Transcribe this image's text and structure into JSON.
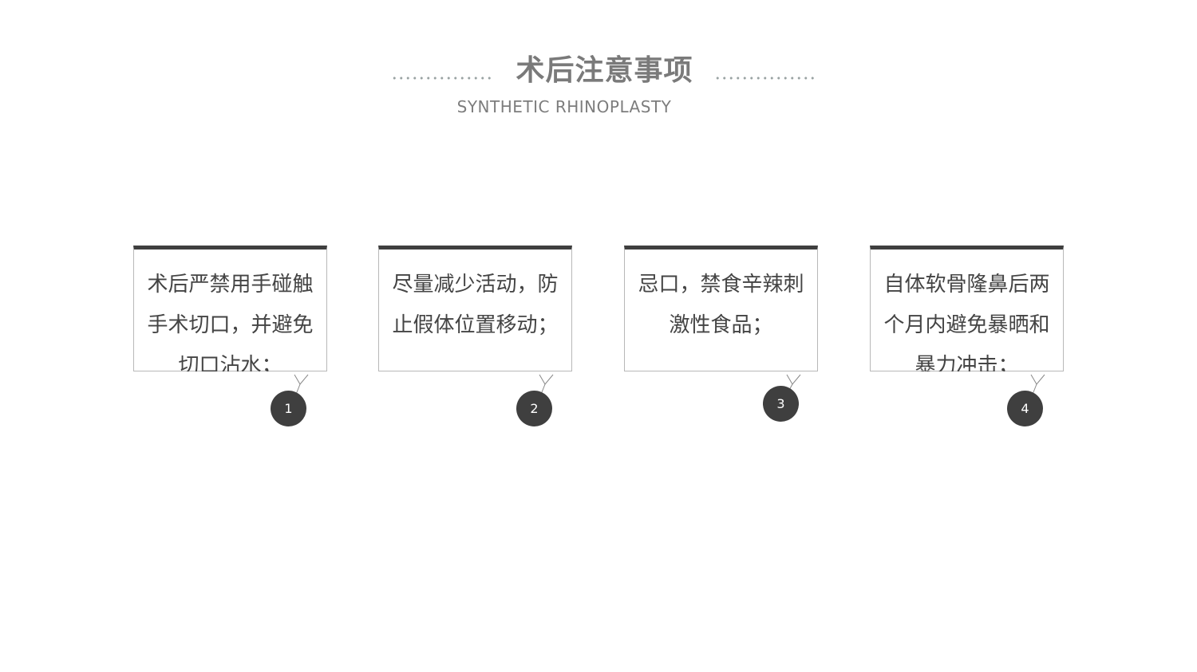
{
  "header": {
    "title": "术后注意事项",
    "subtitle": "SYNTHETIC RHINOPLASTY"
  },
  "colors": {
    "card_top_bar": "#3f3f3f",
    "card_border": "#b8b8b8",
    "badge": "#3f3f3f",
    "title": "#7a7a7a",
    "dots": "#9aa3a3"
  },
  "cards": [
    {
      "text": "术后严禁用手碰触手术切口，并避免切口沾水；",
      "number": "1"
    },
    {
      "text": "尽量减少活动，防止假体位置移动；",
      "number": "2"
    },
    {
      "text": "忌口，禁食辛辣刺激性食品；",
      "number": "3"
    },
    {
      "text": "自体软骨隆鼻后两个月内避免暴晒和暴力冲击；",
      "number": "4"
    }
  ]
}
